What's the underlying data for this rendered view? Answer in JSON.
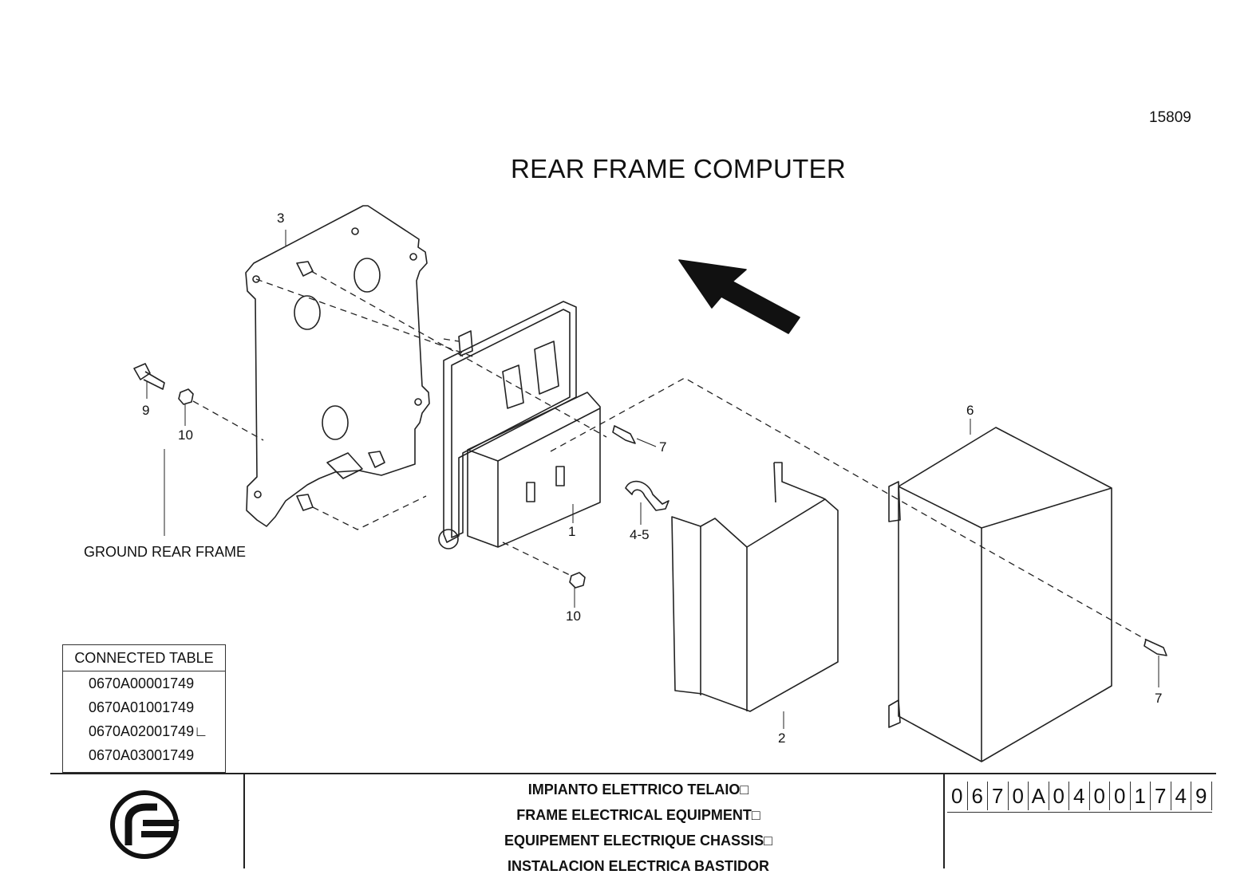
{
  "drawing_code": "15809",
  "title": "REAR FRAME COMPUTER",
  "callouts": {
    "c1": "1",
    "c2": "2",
    "c3": "3",
    "c45": "4-5",
    "c6": "6",
    "c7a": "7",
    "c7b": "7",
    "c9": "9",
    "c10a": "10",
    "c10b": "10"
  },
  "ground_label": "GROUND REAR FRAME",
  "connected_table": {
    "header": "CONNECTED TABLE",
    "rows": [
      "0670A00001749",
      "0670A01001749",
      "0670A02001749∟",
      "0670A03001749"
    ]
  },
  "footer": {
    "descriptions": [
      "IMPIANTO ELETTRICO TELAIO□",
      "FRAME ELECTRICAL EQUIPMENT□",
      "EQUIPEMENT ELECTRIQUE CHASSIS□",
      "INSTALACION ELECTRICA BASTIDOR"
    ],
    "part_number": "0670A04001749",
    "logo_icon": "company-logo-icon"
  }
}
